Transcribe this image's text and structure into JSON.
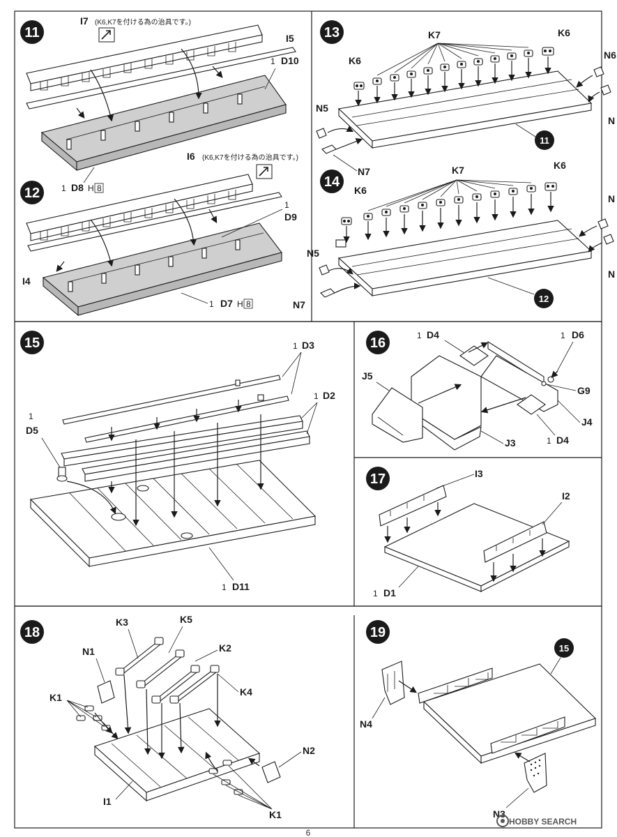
{
  "steps": {
    "s11": {
      "number": "11",
      "jig_part": "I7",
      "jig_note": "(K6,K7を付ける為の治具です。)",
      "side_rail": "I5",
      "plate_top": "D10",
      "plate_bottom": "D8",
      "plate_bottom_runner": "H",
      "plate_bottom_runner_no": "8",
      "runner_mark": "1"
    },
    "s12": {
      "number": "12",
      "jig_part": "I6",
      "jig_note": "(K6,K7を付ける為の治具です。)",
      "side_rail": "I4",
      "plate_top": "D9",
      "plate_bottom": "D7",
      "plate_bottom_runner": "H",
      "plate_bottom_runner_no": "8",
      "runner_mark": "1"
    },
    "s13": {
      "number": "13",
      "k7": "K7",
      "k6_left": "K6",
      "k6_right": "K6",
      "n5": "N5",
      "n7": "N7",
      "n6": "N6",
      "n_right": "N",
      "ref_step": "11"
    },
    "s14": {
      "number": "14",
      "k7": "K7",
      "k6_left": "K6",
      "k6_right": "K6",
      "n5": "N5",
      "n7": "N7",
      "n_right_a": "N",
      "n_right_b": "N",
      "ref_step": "12"
    },
    "s15": {
      "number": "15",
      "d3": "D3",
      "d2": "D2",
      "d5": "D5",
      "d11": "D11",
      "runner_mark": "1"
    },
    "s16": {
      "number": "16",
      "d4_top": "D4",
      "d6": "D6",
      "j5": "J5",
      "g9": "G9",
      "j4": "J4",
      "j3": "J3",
      "d4_bottom": "D4",
      "runner_mark": "1"
    },
    "s17": {
      "number": "17",
      "i3": "I3",
      "i2": "I2",
      "d1": "D1",
      "runner_mark": "1"
    },
    "s18": {
      "number": "18",
      "k3": "K3",
      "k5": "K5",
      "n1": "N1",
      "k2": "K2",
      "k4": "K4",
      "k1_top": "K1",
      "n2": "N2",
      "i1": "I1",
      "k1_bottom": "K1"
    },
    "s19": {
      "number": "19",
      "ref_step": "15",
      "n4": "N4",
      "n3": "N3"
    }
  },
  "page_number": "6",
  "watermark": "HOBBY SEARCH",
  "colors": {
    "ink": "#1a1a1a",
    "plate_gray": "#cfcfcf",
    "badge": "#1a1a1a"
  },
  "icons": [
    "jig-tool-icon",
    "arrow-icon",
    "hobby-search-logo-icon"
  ]
}
